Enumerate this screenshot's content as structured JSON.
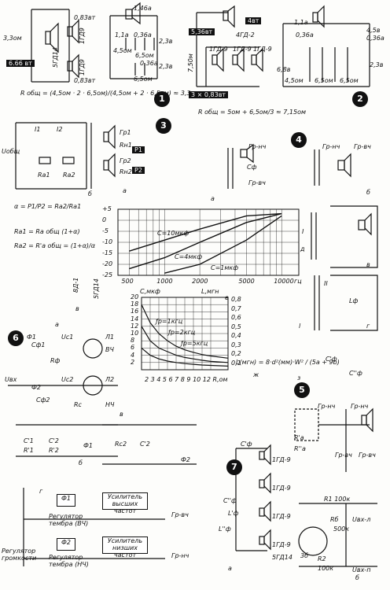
{
  "labels": {
    "p1_r1": "3,3ом",
    "p1_pow_top": "0,83вт",
    "p1_pow_bot": "0,83вт",
    "p1_spk_v": "5ГД14",
    "p1_1gd9a": "1ГД9",
    "p1_1gd9b": "1ГД9",
    "p1_total": "6.66 вт",
    "p1_formula": "R общ = (4,5ом · 2 · 6,5ом)/(4,5ом + 2 · 6,5ом) ≈ 3,3ом",
    "p1b_i": "1,46а",
    "p1b_i1": "1,1а",
    "p1b_w1": "0,36а",
    "p1b_w2": "0,36а",
    "p1b_r1": "4,5ом",
    "p1b_r2": "6,5ом",
    "p1b_r3": "6,5ом",
    "p1b_v1": "2,3в",
    "p1b_v2": "2,3в",
    "p2_4vt": "4вт",
    "p2_536": "5,36вт",
    "p2_4gd2": "4ГД-2",
    "p2_750": "7,50м",
    "p2_1gd9a": "1ГД-9",
    "p2_1gd9b": "1ГД-9",
    "p2_1gd9c": "1ГД-9",
    "p2_3x083": "3 × 0,83вт",
    "p2b_i": "1,1а",
    "p2b_w": "0,36а",
    "p2b_v1": "4,5в",
    "p2b_w2": "0,36а",
    "p2b_r1": "6,8в",
    "p2b_r2": "4,5ом",
    "p2b_r3": "6,5ом",
    "p2b_r4": "6,5ом",
    "p2b_v2": "2,3в",
    "p2_formula": "R общ = 5ом + 6,5ом/3 ≈ 7,15ом",
    "p3_u": "Uобщ",
    "p3_i1": "I1",
    "p3_i2": "I2",
    "p3_ra1": "Ra1",
    "p3_ra2": "Ra2",
    "p3_gr1": "Гр1",
    "p3_gr2": "Гр2",
    "p3_rh1": "Rн1",
    "p3_rh2": "Rн2",
    "p3_p1": "P1",
    "p3_p2": "P2",
    "p3_a": "а",
    "p3_b": "б",
    "p3_alpha": "α = P1/P2 = Ra2/Ra1",
    "p3_ra1f": "Ra1 = Ra общ (1+α)",
    "p3_ra2f": "Ra2 = R'a общ = (1+α)/α",
    "p3_v": "в",
    "p3_5gd14": "5ГД14",
    "p3_8d1": "8Д-1",
    "p4_a": "а",
    "p4_b": "б",
    "p4_v": "в",
    "p4_g": "г",
    "p4_grnch": "Гр-нч",
    "p4_grvch": "Гр-вч",
    "p4_cf": "Сф",
    "p4_lf": "Lф",
    "p4_grhch2": "Гр-нч",
    "p4_grvch2": "Гр-вч",
    "p4_ii": "II",
    "p4_i": "I",
    "p4_l": "l",
    "p4_lformula": "L(мгн) = 8·d²(мм)·W² / (5a + 9b)",
    "p4_zh": "ж",
    "p4_d": "д",
    "p4_e": "е",
    "p4_z": "з",
    "p4_c1": "С'ф",
    "p4_c2": "С''ф",
    "p4_vert_cmkf": "С,мкф",
    "p4_vert_lmgn": "L,мгн",
    "p4_xlabel": "2  3  4 5 6 7 8 9 10 12  R,ом",
    "p5_ra1": "R'a",
    "p5_ra2": "R''a",
    "p5_grhch": "Гр-нч",
    "p5_grhch2": "Гр-нч",
    "p5_grvch": "Гр-вч",
    "p5_grvch2": "Гр-вч",
    "p6_a": "а",
    "p6_b": "б",
    "p6_v": "в",
    "p6_phi1": "Ф1",
    "p6_phi2": "Ф2",
    "p6_cph1": "Сф1",
    "p6_cph2": "Сф2",
    "p6_rph": "Rф",
    "p6_rc": "Rc",
    "p6_uc1": "Uc1",
    "p6_uc2": "Uc2",
    "p6_l1": "Л1",
    "p6_l2": "Л2",
    "p6_vch": "ВЧ",
    "p6_nch": "НЧ",
    "p6_uvx": "Uвх",
    "p6_c1": "С'1",
    "p6_c2": "С'2",
    "p6_r1": "R'1",
    "p6_r2": "R'2",
    "p6_rc2": "Rc2",
    "p6_cr2": "С'2",
    "p6_g": "г",
    "p6_phi1b": "Ф1",
    "p6_phi2b": "Ф2",
    "p6_amp_hi": "Усилитель высших частот",
    "p6_amp_lo": "Усилитель низших частот",
    "p6_reg_vch": "Регулятор тембра (ВЧ)",
    "p6_reg_nch": "Регулятор тембра (НЧ)",
    "p6_reg_vol": "Регулятор громкости",
    "p6_gr_vch": "Гр-вч",
    "p6_gr_nch": "Гр-нч",
    "p7_c1": "С'ф",
    "p7_c2": "С''ф",
    "p7_l1": "L'ф",
    "p7_l2": "L''ф",
    "p7_1gd9a": "1ГД-9",
    "p7_1gd9b": "1ГД-9",
    "p7_1gd9c": "1ГД-9",
    "p7_1gd9d": "1ГД-9",
    "p7_5gd14": "5ГД14",
    "p7_a": "а",
    "p7_b": "б",
    "p7_r1": "R1 100к",
    "p7_rb": "Rб",
    "p7_500k": "500к",
    "p7_r2": "R2",
    "p7_100k": "100к",
    "p7_uvxl": "Uвх-л",
    "p7_uvxp": "Uвх-п",
    "p7_3b": "3б"
  },
  "badges": [
    "1",
    "2",
    "3",
    "4",
    "5",
    "6",
    "7"
  ],
  "chart_data": {
    "type": "line",
    "x": [
      500,
      1000,
      2000,
      5000,
      10000
    ],
    "xticks": [
      "500",
      "1000",
      "2000",
      "5000",
      "10000",
      "гц"
    ],
    "yticks": [
      "+5",
      "0",
      "-5",
      "-10",
      "-15",
      "-20",
      "-25"
    ],
    "ylim": [
      -25,
      5
    ],
    "series": [
      {
        "name": "С=10мкф",
        "values": [
          -14,
          -9,
          -4,
          2,
          3
        ]
      },
      {
        "name": "С=4мкф",
        "values": [
          -22,
          -17,
          -10,
          -1,
          3
        ]
      },
      {
        "name": "С=1мкф",
        "values": [
          null,
          -24,
          -20,
          -9,
          2
        ]
      }
    ],
    "label": "д"
  },
  "chart2_data": {
    "type": "line",
    "title": "",
    "ylabel_left": "С,мкф",
    "ylabel_right": "L,мгн",
    "ylim_left": [
      0,
      20
    ],
    "ylim_right": [
      0,
      0.8
    ],
    "yticks_left": [
      "20",
      "18",
      "16",
      "14",
      "12",
      "10",
      "8",
      "6",
      "4",
      "2"
    ],
    "yticks_right": [
      "0,8",
      "0,7",
      "0,6",
      "0,5",
      "0,4",
      "0,3",
      "0,2",
      "0,1"
    ],
    "x": [
      2,
      3,
      4,
      5,
      6,
      7,
      8,
      9,
      10,
      12
    ],
    "series": [
      {
        "name": "ƒр=1кгц",
        "values": [
          18,
          13,
          10,
          8,
          6.5,
          5.5,
          4.8,
          4.2,
          3.8,
          3.2
        ]
      },
      {
        "name": "ƒр=2кгц",
        "values": [
          12,
          8,
          6,
          5,
          4,
          3.4,
          3,
          2.6,
          2.3,
          2
        ]
      },
      {
        "name": "ƒр=5кгц",
        "values": [
          6,
          4,
          3,
          2.4,
          2,
          1.7,
          1.5,
          1.3,
          1.2,
          1
        ]
      }
    ],
    "label": "е"
  }
}
